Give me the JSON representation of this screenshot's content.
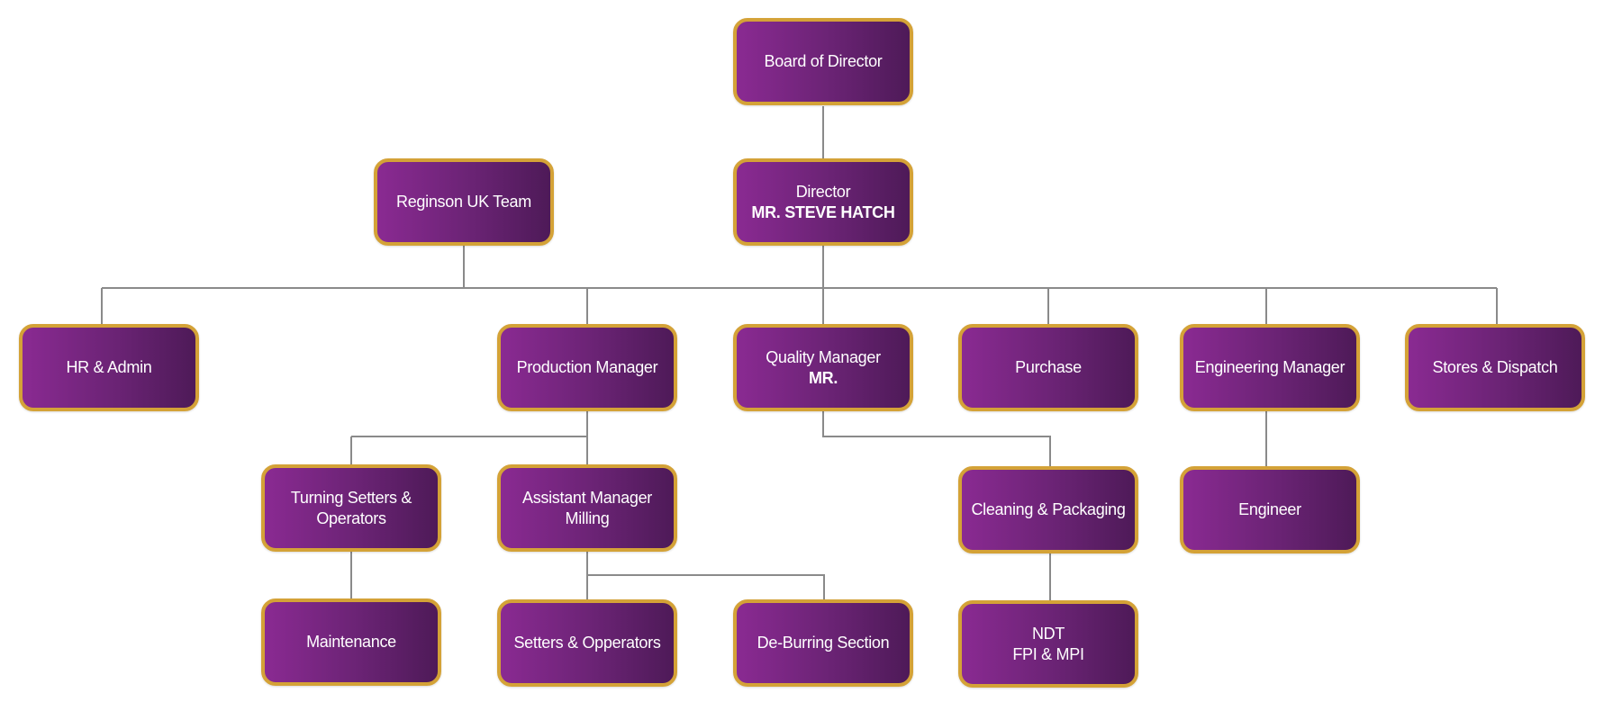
{
  "nodes": {
    "board": {
      "line1": "Board of Director"
    },
    "director": {
      "line1": "Director",
      "line2": "MR. STEVE HATCH"
    },
    "reginson": {
      "line1": "Reginson UK Team"
    },
    "hr": {
      "line1": "HR & Admin"
    },
    "production": {
      "line1": "Production Manager"
    },
    "quality": {
      "line1": "Quality Manager",
      "line2": "MR."
    },
    "purchase": {
      "line1": "Purchase"
    },
    "engineering": {
      "line1": "Engineering Manager"
    },
    "stores": {
      "line1": "Stores & Dispatch"
    },
    "turning": {
      "line1": "Turning Setters &",
      "line2": "Operators"
    },
    "assistant": {
      "line1": "Assistant Manager",
      "line2": "Milling"
    },
    "cleaning": {
      "line1": "Cleaning & Packaging"
    },
    "engineer": {
      "line1": "Engineer"
    },
    "maintenance": {
      "line1": "Maintenance"
    },
    "setters": {
      "line1": "Setters & Opperators"
    },
    "deburring": {
      "line1": "De-Burring Section"
    },
    "ndt": {
      "line1": "NDT",
      "line2": "FPI & MPI"
    }
  },
  "colors": {
    "box_gradient_start": "#8a2a92",
    "box_gradient_end": "#4e1a58",
    "box_border": "#d4a237",
    "connector": "#8a8a8a",
    "text": "#ffffff"
  }
}
